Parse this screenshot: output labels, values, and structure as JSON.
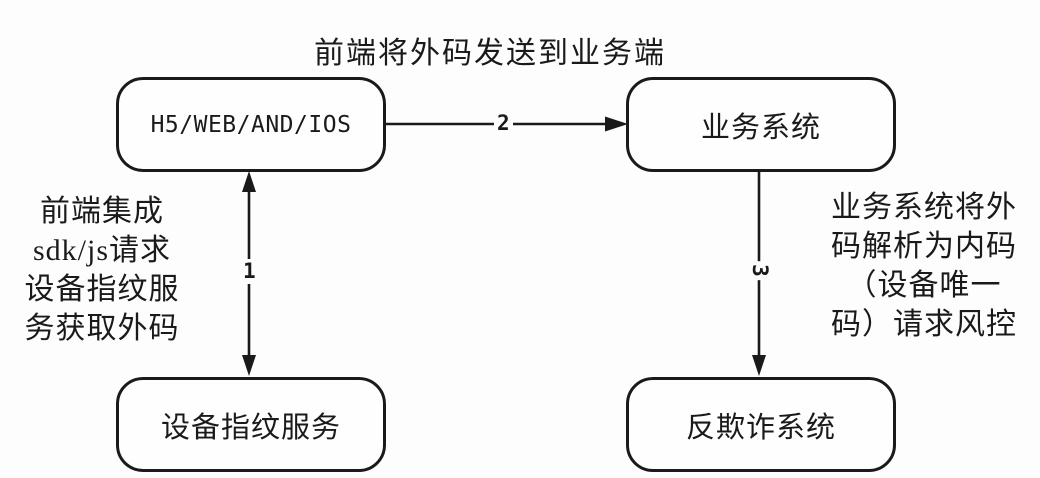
{
  "diagram": {
    "title": "前端将外码发送到业务端",
    "nodes": [
      {
        "id": "frontend",
        "label": "H5/WEB/AND/IOS"
      },
      {
        "id": "business",
        "label": "业务系统"
      },
      {
        "id": "fingerprint",
        "label": "设备指纹服务"
      },
      {
        "id": "antifraud",
        "label": "反欺诈系统"
      }
    ],
    "edges": [
      {
        "id": "edge-1",
        "label": "1",
        "from": "frontend",
        "to": "fingerprint",
        "direction": "bidirectional"
      },
      {
        "id": "edge-2",
        "label": "2",
        "from": "frontend",
        "to": "business",
        "direction": "right"
      },
      {
        "id": "edge-3",
        "label": "3",
        "from": "business",
        "to": "antifraud",
        "direction": "down"
      }
    ],
    "annotations": {
      "left": "前端集成\nsdk/js请求\n设备指纹服\n务获取外码",
      "right": "业务系统将外\n码解析为内码\n（设备唯一\n码）请求风控"
    },
    "colors": {
      "stroke": "#1a1a1a",
      "background": "#fdfdfd",
      "node_fill": "#fefefe",
      "text": "#1a1a1a"
    }
  }
}
